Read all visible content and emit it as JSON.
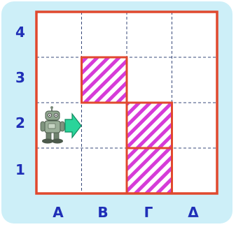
{
  "board": {
    "row_labels": [
      "4",
      "3",
      "2",
      "1"
    ],
    "col_labels": [
      "Α",
      "Β",
      "Γ",
      "Δ"
    ],
    "columns": 4,
    "rows": 4,
    "blocked_cells": [
      {
        "col": "Β",
        "row": "3"
      },
      {
        "col": "Γ",
        "row": "2"
      },
      {
        "col": "Γ",
        "row": "1"
      }
    ],
    "robot": {
      "col": "Α",
      "row": "2",
      "facing": "right",
      "icon": "robot-icon",
      "arrow_icon": "arrow-right-icon"
    }
  },
  "colors": {
    "background": "#cdeff8",
    "grid_fill": "#ffffff",
    "border": "#e0492e",
    "hatch": "#d63bd8",
    "label": "#1f2fb7",
    "arrow": "#2ad49a"
  }
}
